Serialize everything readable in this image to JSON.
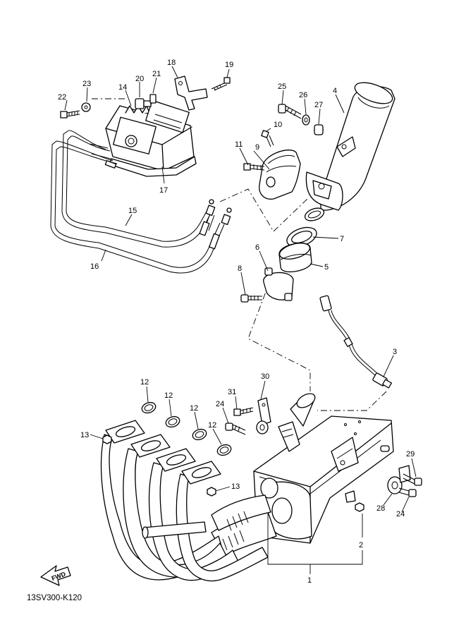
{
  "diagram": {
    "code": "13SV300-K120",
    "fwd_label": "FWD",
    "callouts": {
      "c1": "1",
      "c2": "2",
      "c3": "3",
      "c4": "4",
      "c5": "5",
      "c6": "6",
      "c7": "7",
      "c8": "8",
      "c9": "9",
      "c10": "10",
      "c11": "11",
      "c12a": "12",
      "c12b": "12",
      "c12c": "12",
      "c12d": "12",
      "c13a": "13",
      "c13b": "13",
      "c14": "14",
      "c15": "15",
      "c16": "16",
      "c17": "17",
      "c18": "18",
      "c19": "19",
      "c20": "20",
      "c21": "21",
      "c22": "22",
      "c23": "23",
      "c24a": "24",
      "c24b": "24",
      "c25": "25",
      "c26": "26",
      "c27": "27",
      "c28": "28",
      "c29": "29",
      "c30": "30",
      "c31": "31"
    }
  }
}
